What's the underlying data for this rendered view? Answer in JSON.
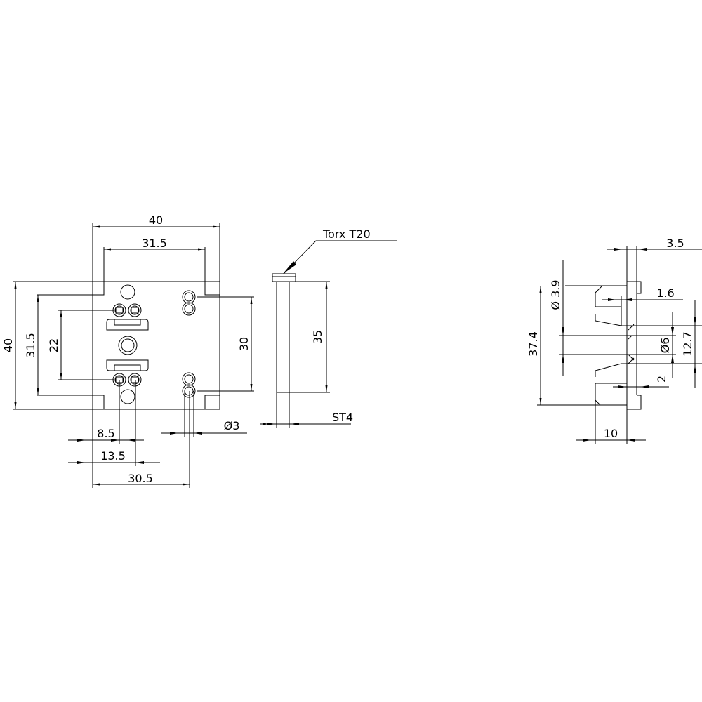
{
  "front_view": {
    "width_outer": "40",
    "width_inner": "31.5",
    "height_outer": "40",
    "height_inner": "31.5",
    "contact_spacing": "22",
    "mount_hole_spacing": "30",
    "dim_8_5": "8.5",
    "dim_13_5": "13.5",
    "dim_30_5": "30.5",
    "hole_diameter": "Ø3"
  },
  "screw_view": {
    "head_label": "Torx T20",
    "length": "35",
    "thread": "ST4"
  },
  "side_view": {
    "dim_3_5": "3.5",
    "dim_1_6": "1.6",
    "dim_39": "Ø 3.9",
    "dim_37_4": "37.4",
    "dim_6": "Ø6",
    "dim_12_7": "12.7",
    "dim_2": "2",
    "dim_10": "10"
  }
}
